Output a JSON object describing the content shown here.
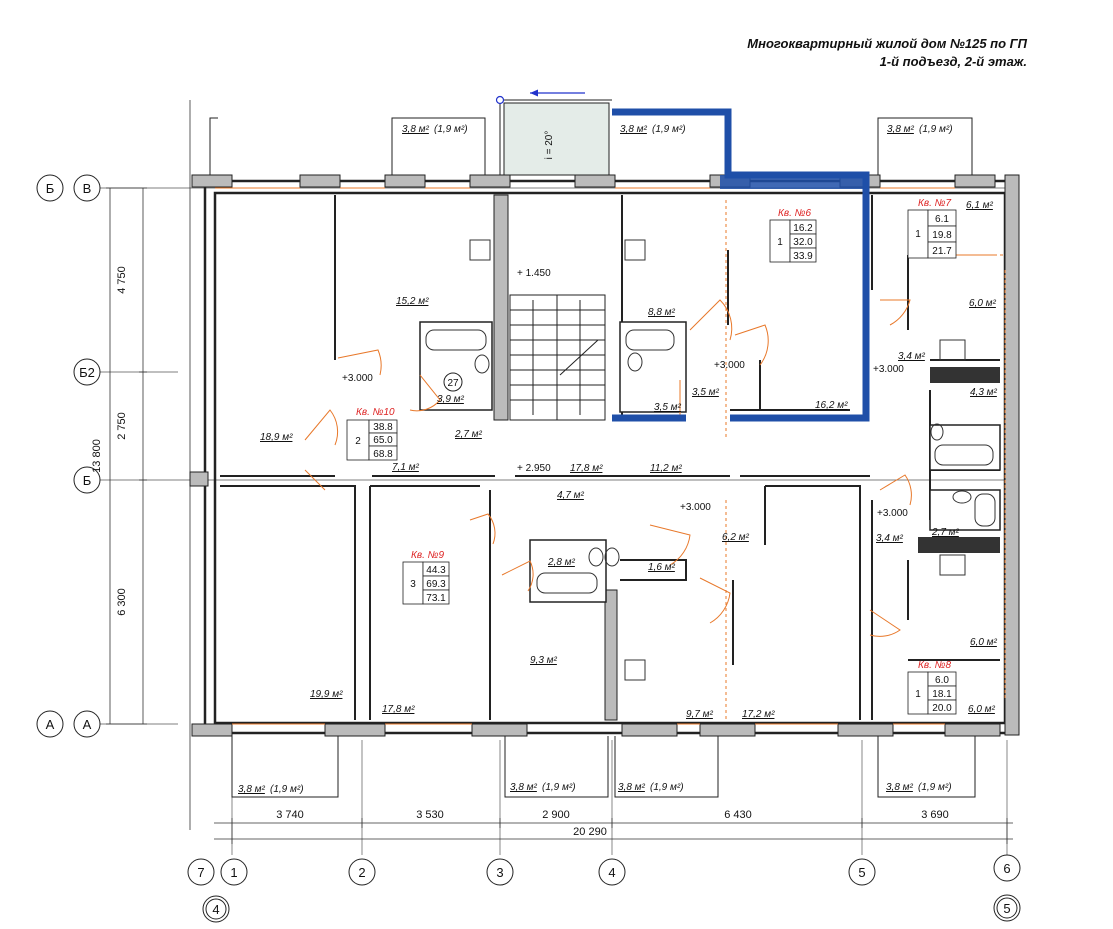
{
  "header": {
    "line1": "Многоквартирный жилой дом №125 по ГП",
    "line2": "1-й подъезд, 2-й этаж."
  },
  "colors": {
    "wall": "#222222",
    "door": "#e8782a",
    "highlight": "#1f4fa8",
    "apt_label": "#d22222",
    "arrow": "#2233cc"
  },
  "axes": {
    "rows": [
      "Б",
      "В",
      "Б2",
      "Б",
      "А",
      "А"
    ],
    "cols": [
      "7",
      "1",
      "4",
      "2",
      "3",
      "4",
      "5",
      "6",
      "5"
    ]
  },
  "dims": {
    "vertical": [
      "4 750",
      "2 750",
      "6 300",
      "13 800"
    ],
    "horizontal": [
      "3 740",
      "3 530",
      "2 900",
      "6 430",
      "3 690"
    ],
    "total": "20 290"
  },
  "stair": {
    "slope": "i = 20°",
    "levels": [
      "+ 1.450",
      "+ 2.950"
    ]
  },
  "balconies": [
    {
      "area": "3,8 м²",
      "sub": "(1,9 м²)"
    },
    {
      "area": "3,8 м²",
      "sub": "(1,9 м²)"
    },
    {
      "area": "3,8 м²",
      "sub": "(1,9 м²)"
    },
    {
      "area": "3,8 м²",
      "sub": "(1,9 м²)"
    },
    {
      "area": "3,8 м²",
      "sub": "(1,9 м²)"
    },
    {
      "area": "3,8 м²",
      "sub": "(1,9 м²)"
    },
    {
      "area": "3,8 м²",
      "sub": "(1,9 м²)"
    }
  ],
  "rooms": [
    "15,2 м²",
    "18,9 м²",
    "3,9 м²",
    "2,7 м²",
    "7,1 м²",
    "19,9 м²",
    "17,8 м²",
    "4,7 м²",
    "17,8 м²",
    "11,2 м²",
    "2,8 м²",
    "1,6 м²",
    "9,3 м²",
    "6,2 м²",
    "9,7 м²",
    "17,2 м²",
    "8,8 м²",
    "3,5 м²",
    "3,5 м²",
    "16,2 м²",
    "6,1 м²",
    "6,0 м²",
    "3,4 м²",
    "4,3 м²",
    "2,7 м²",
    "3,4 м²",
    "6,0 м²",
    "6,0 м²"
  ],
  "level_marks": [
    "+3.000",
    "+3.000",
    "+3.000",
    "+3.000",
    "+3.000"
  ],
  "room_tag": "27",
  "apartments": [
    {
      "name": "Кв. №6",
      "rooms": "1",
      "vals": [
        "16.2",
        "32.0",
        "33.9"
      ]
    },
    {
      "name": "Кв. №7",
      "rooms": "1",
      "vals": [
        "6.1",
        "19.8",
        "21.7"
      ]
    },
    {
      "name": "Кв. №10",
      "rooms": "2",
      "vals": [
        "38.8",
        "65.0",
        "68.8"
      ]
    },
    {
      "name": "Кв. №9",
      "rooms": "3",
      "vals": [
        "44.3",
        "69.3",
        "73.1"
      ]
    },
    {
      "name": "Кв. №8",
      "rooms": "1",
      "vals": [
        "6.0",
        "18.1",
        "20.0"
      ]
    }
  ]
}
